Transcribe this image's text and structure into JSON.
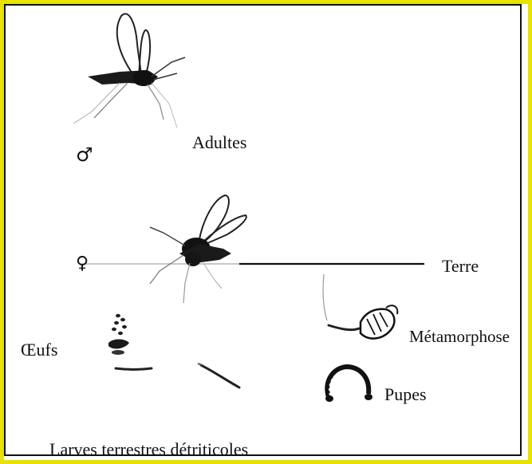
{
  "diagram": {
    "labels": {
      "adults": "Adultes",
      "ground": "Terre",
      "eggs": "Œufs",
      "metamorphosis": "Métamorphose",
      "pupae": "Pupes",
      "larvae": "Larves terrestres détriticoles"
    },
    "symbols": {
      "male": "♂",
      "female": "♀"
    },
    "colors": {
      "outer_border": "#e8e200",
      "ink": "#111111",
      "background": "#ffffff"
    }
  }
}
